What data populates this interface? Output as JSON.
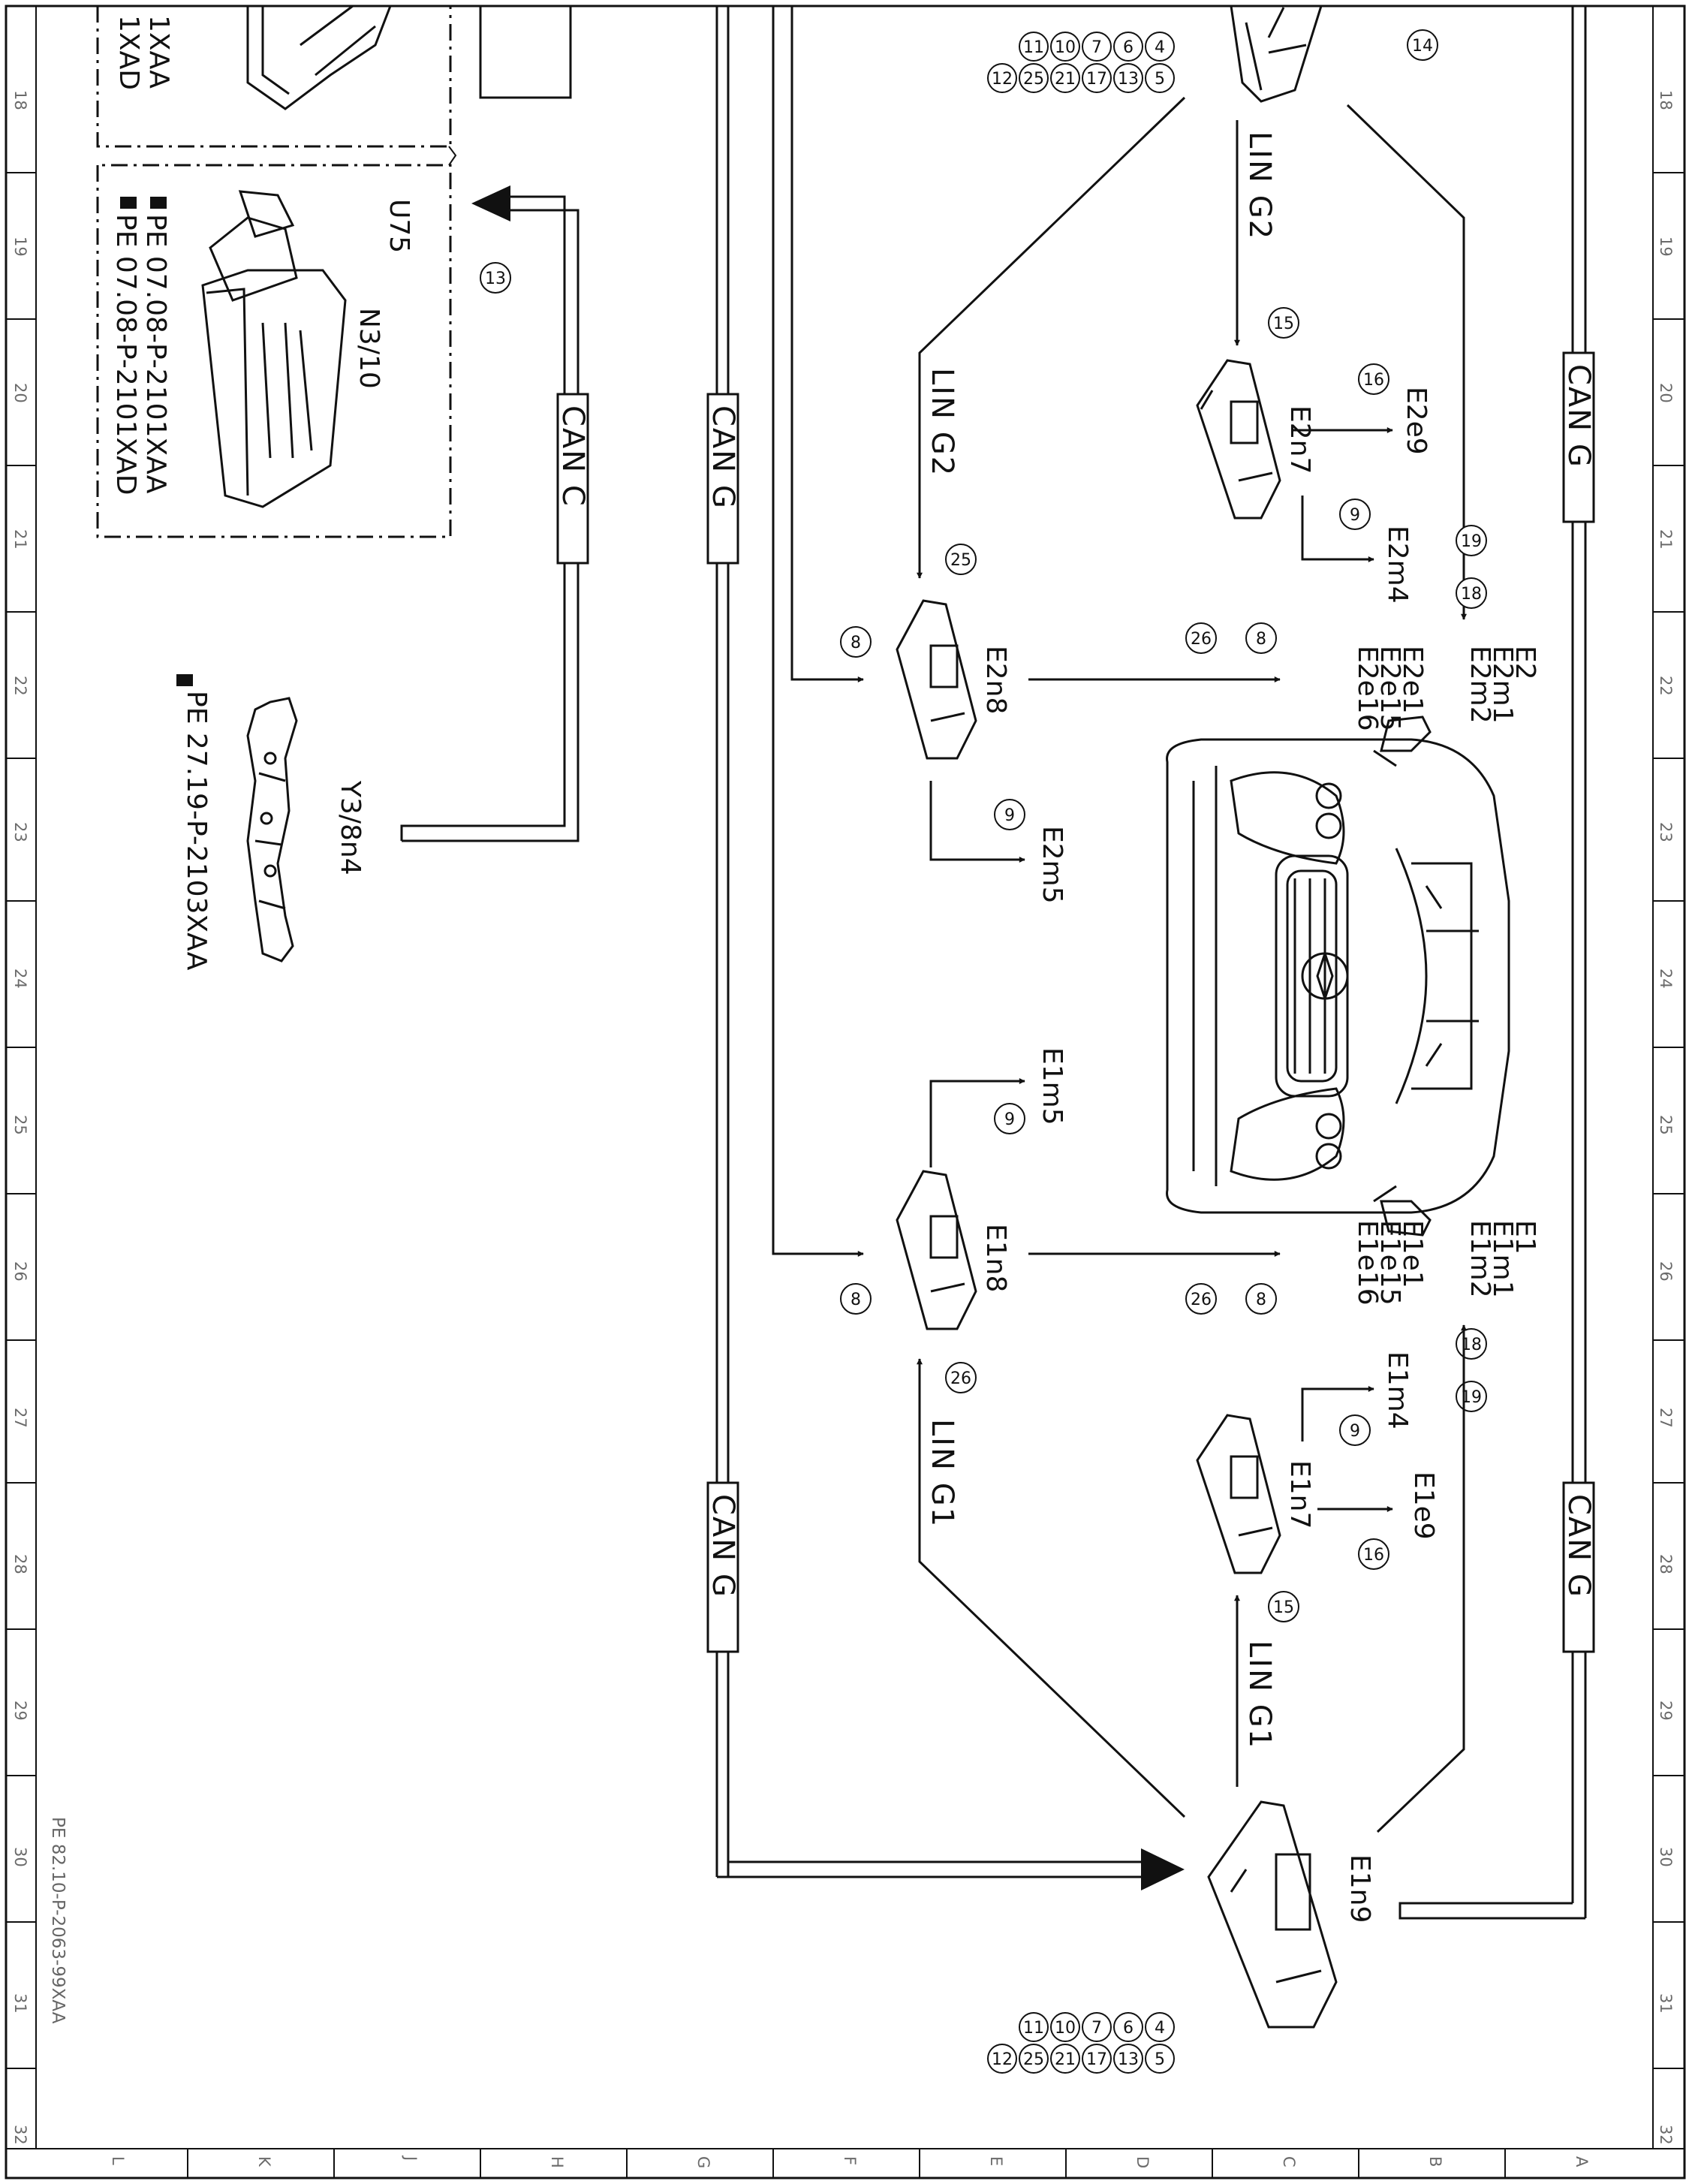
{
  "document": {
    "reference": "PE 82.10-P-2063-99XAA"
  },
  "grid": {
    "columns": [
      "18",
      "19",
      "20",
      "21",
      "22",
      "23",
      "24",
      "25",
      "26",
      "27",
      "28",
      "29",
      "30",
      "31",
      "32"
    ],
    "rows": [
      "L",
      "K",
      "J",
      "H",
      "G",
      "F",
      "E",
      "D",
      "C",
      "B",
      "A"
    ]
  },
  "references": {
    "top_partial_1": "1XAA",
    "top_partial_2": "1XAD",
    "n3_1": "PE  07.08-P-2101XAA",
    "n3_2": "PE  07.08-P-2101XAD",
    "y3": "PE  27.19-P-2103XAA"
  },
  "components": {
    "u75": "U75",
    "n3_10": "N3/10",
    "y3_8n4": "Y3/8n4",
    "e2n7": "E2n7",
    "e2n8": "E2n8",
    "e1n7": "E1n7",
    "e1n8": "E1n8",
    "e1n9": "E1n9",
    "e2e9": "E2e9",
    "e2m4": "E2m4",
    "e2m5": "E2m5",
    "e1m4": "E1m4",
    "e1m5": "E1m5",
    "e1e9": "E1e9",
    "e2": "E2",
    "e2m1": "E2m1",
    "e2m2": "E2m2",
    "e2e1": "E2e1",
    "e2e15": "E2e15",
    "e2e16": "E2e16",
    "e1": "E1",
    "e1m1": "E1m1",
    "e1m2": "E1m2",
    "e1e1": "E1e1",
    "e1e15": "E1e15",
    "e1e16": "E1e16"
  },
  "buses": {
    "can_c": "CAN  C",
    "can_g": "CAN  G",
    "lin_g1": "LIN  G1",
    "lin_g2": "LIN  G2"
  },
  "signals": {
    "top_group": [
      "4",
      "6",
      "7",
      "10",
      "11",
      "5",
      "13",
      "17",
      "21",
      "25",
      "12"
    ],
    "bottom_group": [
      "4",
      "6",
      "7",
      "10",
      "11",
      "5",
      "13",
      "17",
      "21",
      "25",
      "12"
    ],
    "s13": "13",
    "s14": "14",
    "s15": "15",
    "s16": "16",
    "s9": "9",
    "s18": "18",
    "s19": "19",
    "s8": "8",
    "s25": "25",
    "s26": "26"
  },
  "colors": {
    "line": "#111111",
    "grid_text": "#6a6a6a"
  }
}
